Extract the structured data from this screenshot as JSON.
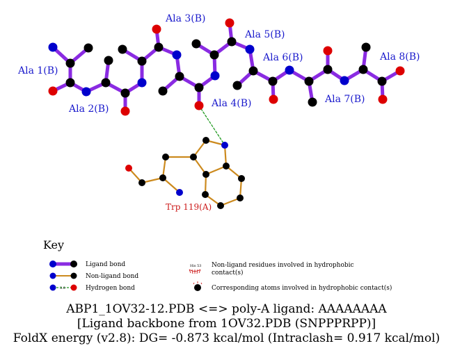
{
  "ligand_residues": [
    "Ala 1(B)",
    "Ala 2(B)",
    "Ala 3(B)",
    "Ala 4(B)",
    "Ala 5(B)",
    "Ala 6(B)",
    "Ala 7(B)",
    "Ala 8(B)"
  ],
  "non_ligand_residue": "Trp 119(A)",
  "colors": {
    "ligand_bond": "#8a2be2",
    "nonligand_bond": "#cc8a1e",
    "hbond": "#1f9a1f",
    "carbon": "#000000",
    "nitrogen": "#0000cc",
    "oxygen": "#dd0000",
    "ligand_label": "#1a1acc",
    "nonligand_label": "#cc1a1a"
  },
  "key": {
    "title": "Key",
    "ligand_bond": "Ligand bond",
    "nonligand_bond": "Non-ligand bond",
    "hydrogen_bond": "Hydrogen bond",
    "hbond_distance": "3.0",
    "hydrophobic_example": "His 53",
    "hydrophobic_residues_line1": "Non-ligand residues involved in hydrophobic",
    "hydrophobic_residues_line2": "contact(s)",
    "hydrophobic_atoms": "Corresponding atoms involved in hydrophobic contact(s)"
  },
  "footer": {
    "line1": "ABP1_1OV32-12.PDB <=> poly-A ligand: AAAAAAAA",
    "line2": "[Ligand backbone from 1OV32.PDB (SNPPPRPP)]",
    "line3": "FoldX energy (v2.8): DG= -0.873 kcal/mol (Intraclash= 0.917 kcal/mol)"
  }
}
